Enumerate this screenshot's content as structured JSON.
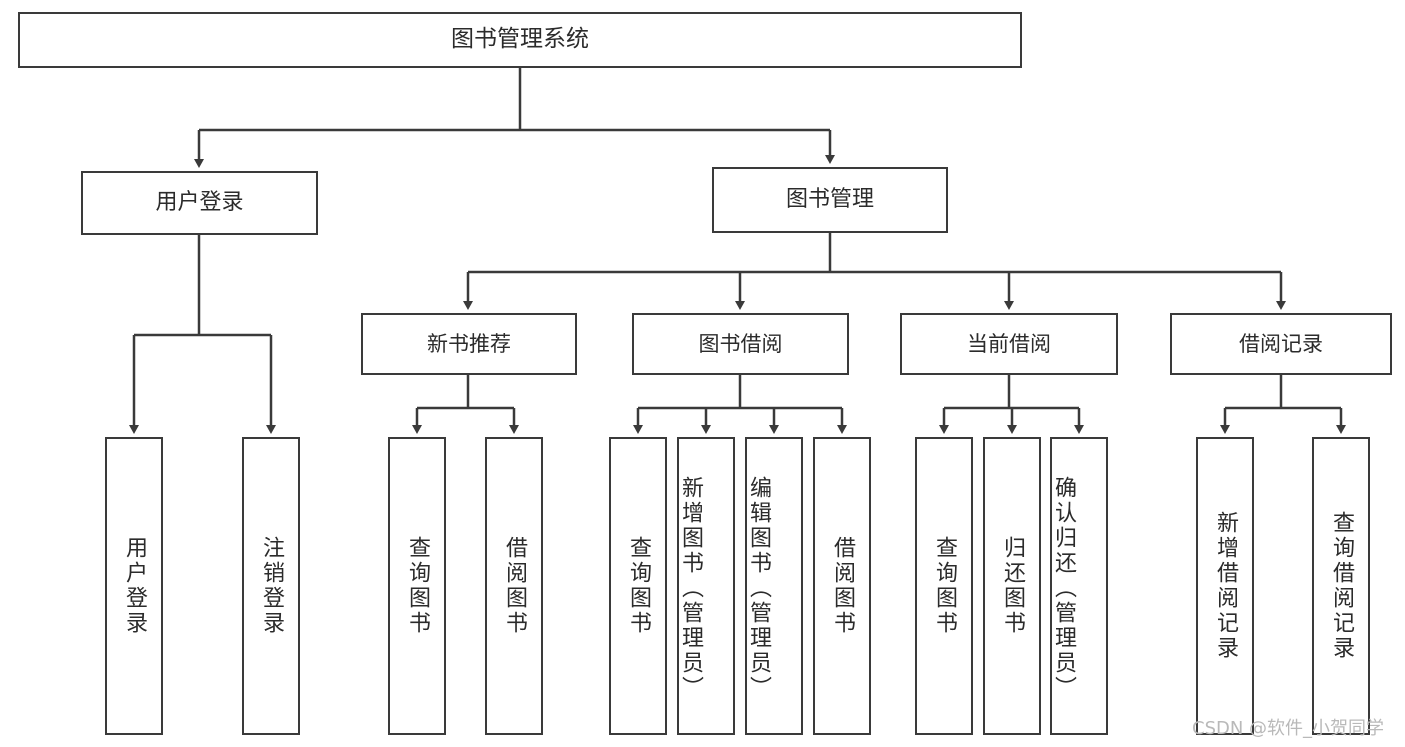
{
  "diagram": {
    "title": "图书管理系统",
    "type": "tree-hierarchy-chart",
    "line_color": "#3a3a3a",
    "box_fill": "#ffffff",
    "text_color": "#2b2b2b",
    "watermark": "CSDN @软件_小贺同学",
    "nodes": {
      "root": {
        "label": "图书管理系统"
      },
      "level1": [
        {
          "label": "用户登录"
        },
        {
          "label": "图书管理"
        }
      ],
      "level2": [
        {
          "label": "新书推荐"
        },
        {
          "label": "图书借阅"
        },
        {
          "label": "当前借阅"
        },
        {
          "label": "借阅记录"
        }
      ],
      "leaves_user_login": [
        {
          "label": "用户登录"
        },
        {
          "label": "注销登录"
        }
      ],
      "leaves_new_book": [
        {
          "label": "查询图书"
        },
        {
          "label": "借阅图书"
        }
      ],
      "leaves_book_borrow": [
        {
          "label": "查询图书"
        },
        {
          "label": "新增图书（管理员）"
        },
        {
          "label": "编辑图书（管理员）"
        },
        {
          "label": "借阅图书"
        }
      ],
      "leaves_current_borrow": [
        {
          "label": "查询图书"
        },
        {
          "label": "归还图书"
        },
        {
          "label": "确认归还（管理员）"
        }
      ],
      "leaves_borrow_record": [
        {
          "label": "新增借阅记录"
        },
        {
          "label": "查询借阅记录"
        }
      ]
    }
  }
}
